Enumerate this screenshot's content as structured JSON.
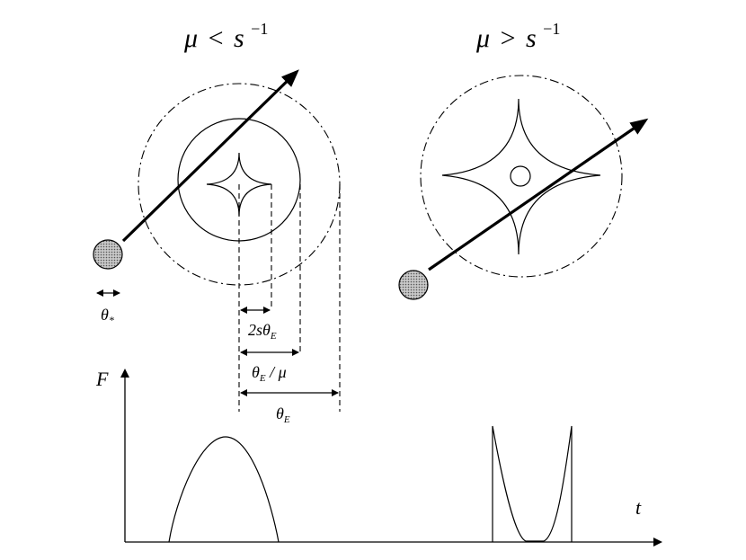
{
  "diagram": {
    "left_panel": {
      "title_lhs": "μ",
      "title_op": "<",
      "title_rhs": "s",
      "title_exp": "−1",
      "star_width_label": "θ",
      "star_width_sub": "*"
    },
    "right_panel": {
      "title_lhs": "μ",
      "title_op": ">",
      "title_rhs": "s",
      "title_exp": "−1"
    },
    "measure_labels": {
      "caustic": {
        "prefix": "2s",
        "theta": "θ",
        "sub": "E"
      },
      "inner_ring": {
        "theta": "θ",
        "sub": "E",
        "suffix": " / μ"
      },
      "outer_ring": {
        "theta": "θ",
        "sub": "E"
      }
    },
    "lightcurve": {
      "y_axis_label": "F",
      "x_axis_label": "t"
    },
    "colors": {
      "ink": "#000000",
      "source_fill": "#9a9a9a",
      "background": "#ffffff"
    }
  }
}
